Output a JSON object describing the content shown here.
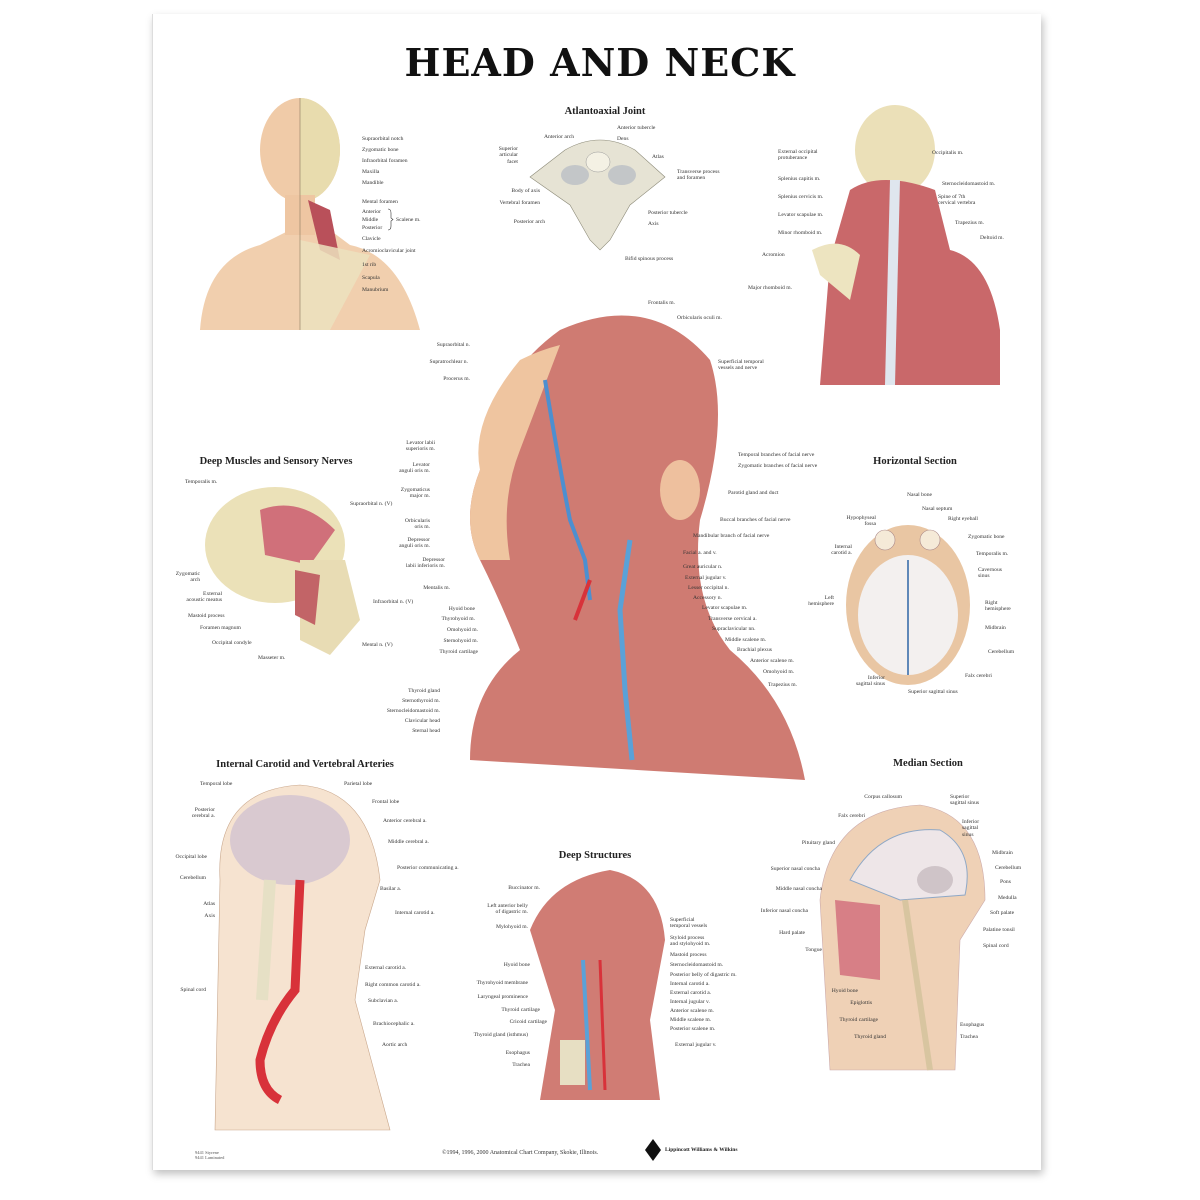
{
  "title": "HEAD AND NECK",
  "colors": {
    "skin": "#efc9a6",
    "muscle": "#c8615e",
    "bone": "#eee2b8",
    "vein": "#5a9bd0",
    "artery": "#d8323a",
    "brain": "#e9d9dc"
  },
  "panels": {
    "anterior": {
      "title": "",
      "labels": [
        "Supraorbital notch",
        "Zygomatic bone",
        "Infraorbital foramen",
        "Maxilla",
        "Mandible",
        "Mental foramen",
        "Anterior",
        "Middle",
        "Posterior",
        "Scalene m.",
        "Clavicle",
        "Acromioclavicular joint",
        "1st rib",
        "Scapula",
        "Manubrium"
      ]
    },
    "atlantoaxial": {
      "title": "Atlantoaxial Joint",
      "labels": [
        "Anterior arch",
        "Anterior tubercle",
        "Dens",
        "Superior\narticular\nfacet",
        "Atlas",
        "Transverse process\nand foramen",
        "Body of axis",
        "Vertebral foramen",
        "Posterior arch",
        "Posterior tubercle",
        "Axis",
        "Bifid spinous process"
      ]
    },
    "posterior": {
      "title": "",
      "labels": [
        "External occipital\nprotuberance",
        "Splenius capitis m.",
        "Splenius cervicis m.",
        "Levator scapulae m.",
        "Minor rhomboid m.",
        "Acromion",
        "Major rhomboid m.",
        "Occipitalis m.",
        "Sternocleidomastoid m.",
        "Spine of 7th\ncervical vertebra",
        "Trapezius m.",
        "Deltoid m."
      ]
    },
    "central": {
      "title": "",
      "labels": [
        "Supraorbital n.",
        "Supratrochlear n.",
        "Procerus m.",
        "Levator labii\nsuperioris m.",
        "Levator\nanguli oris m.",
        "Zygomaticus\nmajor m.",
        "Orbicularis\noris m.",
        "Depressor\nanguli oris m.",
        "Depressor\nlabii inferioris m.",
        "Mentalis m.",
        "Hyoid bone",
        "Thyrohyoid m.",
        "Omohyoid m.",
        "Sternohyoid m.",
        "Thyroid cartilage",
        "Thyroid gland",
        "Sternothyroid m.",
        "Sternocleidomastoid m.",
        "Clavicular head",
        "Sternal head",
        "Frontalis m.",
        "Orbicularis oculi m.",
        "Superficial temporal\nvessels and nerve",
        "Temporal branches of facial nerve",
        "Zygomatic branches of facial nerve",
        "Parotid gland and duct",
        "Buccal branches of facial nerve",
        "Mandibular branch of facial nerve",
        "Facial a. and v.",
        "Great auricular n.",
        "External jugular v.",
        "Lesser occipital n.",
        "Accessory n.",
        "Levator scapulae m.",
        "Transverse cervical a.",
        "Supraclavicular nn.",
        "Middle scalene m.",
        "Brachial plexus",
        "Anterior scalene m.",
        "Omohyoid m.",
        "Trapezius m."
      ]
    },
    "deep_muscles": {
      "title": "Deep Muscles and Sensory Nerves",
      "labels": [
        "Temporalis m.",
        "Supraorbital n. (V)",
        "Zygomatic\narch",
        "External\nacoustic meatus",
        "Mastoid process",
        "Foramen magnum",
        "Occipital condyle",
        "Masseter m.",
        "Infraorbital n. (V)",
        "Mental n. (V)"
      ]
    },
    "horizontal": {
      "title": "Horizontal Section",
      "labels": [
        "Nasal bone",
        "Nasal septum",
        "Right eyeball",
        "Hypophyseal\nfossa",
        "Zygomatic bone",
        "Internal\ncarotid a.",
        "Temporalis m.",
        "Cavernous\nsinus",
        "Left\nhemisphere",
        "Right\nhemisphere",
        "Midbrain",
        "Cerebellum",
        "Falx cerebri",
        "Inferior\nsagittal sinus",
        "Superior sagittal sinus"
      ]
    },
    "arteries": {
      "title": "Internal Carotid and Vertebral Arteries",
      "labels": [
        "Temporal lobe",
        "Parietal lobe",
        "Posterior\ncerebral a.",
        "Frontal lobe",
        "Anterior cerebral a.",
        "Middle cerebral a.",
        "Occipital lobe",
        "Posterior communicating a.",
        "Cerebellum",
        "Basilar a.",
        "Atlas",
        "Axis",
        "Internal carotid a.",
        "External carotid a.",
        "Spinal cord",
        "Right common carotid a.",
        "Subclavian a.",
        "Brachiocephalic a.",
        "Aortic arch"
      ]
    },
    "deep_structures": {
      "title": "Deep Structures",
      "labels": [
        "Buccinator m.",
        "Left anterior belly\nof digastric m.",
        "Mylohyoid m.",
        "Hyoid bone",
        "Thyrohyoid membrane",
        "Laryngeal prominence",
        "Thyroid cartilage",
        "Cricoid cartilage",
        "Thyroid gland (isthmus)",
        "Esophagus",
        "Trachea",
        "Superficial\ntemporal vessels",
        "Styloid process\nand stylohyoid m.",
        "Mastoid process",
        "Sternocleidomastoid m.",
        "Posterior belly of digastric m.",
        "Internal carotid a.",
        "External carotid a.",
        "Internal jugular v.",
        "Anterior scalene m.",
        "Middle scalene m.",
        "Posterior scalene m.",
        "External jugular v."
      ]
    },
    "median": {
      "title": "Median Section",
      "labels": [
        "Corpus callosum",
        "Superior\nsagittal sinus",
        "Falx cerebri",
        "Inferior\nsagittal\nsinus",
        "Pituitary gland",
        "Midbrain",
        "Cerebellum",
        "Superior nasal concha",
        "Pons",
        "Middle nasal concha",
        "Medulla",
        "Inferior nasal concha",
        "Soft palate",
        "Palatine tonsil",
        "Hard palate",
        "Spinal cord",
        "Tongue",
        "Hyoid bone",
        "Epiglottis",
        "Thyroid cartilage",
        "Thyroid gland",
        "Esophagus",
        "Trachea"
      ]
    }
  },
  "footer": {
    "product_codes": "9441 Styrene\n9441 Laminated",
    "copyright": "©1994, 1996, 2000 Anatomical Chart Company, Skokie, Illinois.",
    "publisher_logo": "Lippincott Williams & Wilkins"
  }
}
